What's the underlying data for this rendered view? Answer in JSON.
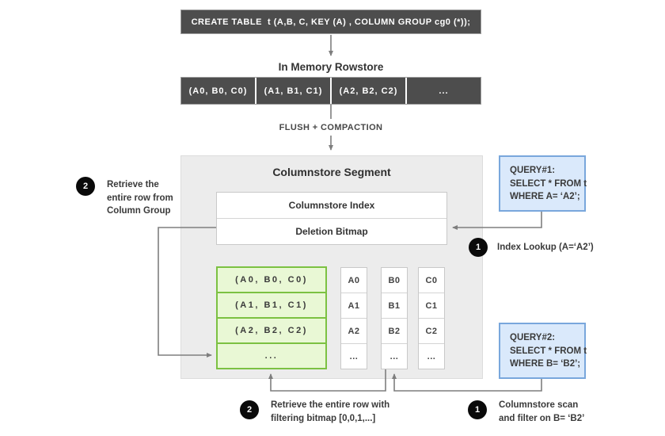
{
  "create_table": {
    "sql": "CREATE TABLE  t (A,B, C, KEY (A) , COLUMN GROUP cg0 (*));"
  },
  "rowstore": {
    "title": "In Memory Rowstore",
    "cells": [
      "(A0, B0, C0)",
      "(A1, B1, C1)",
      "(A2, B2, C2)",
      "..."
    ]
  },
  "flush_label": "FLUSH + COMPACTION",
  "segment": {
    "title": "Columnstore Segment",
    "index_label": "Columnstore Index",
    "bitmap_label": "Deletion Bitmap",
    "column_group": {
      "rows": [
        "(A0, B0, C0)",
        "(A1, B1, C1)",
        "(A2, B2, C2)",
        "..."
      ]
    },
    "columns": [
      {
        "name": "A",
        "cells": [
          "A0",
          "A1",
          "A2",
          "..."
        ]
      },
      {
        "name": "B",
        "cells": [
          "B0",
          "B1",
          "B2",
          "..."
        ]
      },
      {
        "name": "C",
        "cells": [
          "C0",
          "C1",
          "C2",
          "..."
        ]
      }
    ]
  },
  "query1": {
    "lines": [
      "QUERY#1:",
      "SELECT * FROM t",
      "WHERE A= ‘A2’;"
    ]
  },
  "query2": {
    "lines": [
      "QUERY#2:",
      "SELECT * FROM t",
      "WHERE B= ‘B2’;"
    ]
  },
  "annotations": {
    "step2_top": {
      "badge": "2",
      "text": "Retrieve the\nentire row from\nColumn Group"
    },
    "step1_right": {
      "badge": "1",
      "text": "Index Lookup (A=‘A2’)"
    },
    "step2_bottom": {
      "badge": "2",
      "text": "Retrieve the entire row with\nfiltering bitmap [0,0,1,...]"
    },
    "step1_bottom": {
      "badge": "1",
      "text": "Columnstore scan\nand filter on B= ‘B2’"
    }
  },
  "colors": {
    "dark_bar": "#4d4d4d",
    "bar_border": "#9d9d9d",
    "segment_bg": "#ececec",
    "segment_border": "#dcdcdc",
    "box_border": "#c9c9c9",
    "green_border": "#7cc142",
    "green_fill": "#e9f8d5",
    "blue_border": "#79a7dc",
    "blue_fill": "#dae9fb",
    "connector": "#7e7e7e",
    "badge_bg": "#0a0a0a",
    "text_dark": "#3c3c3c",
    "text_on_dark": "#ffffff"
  }
}
